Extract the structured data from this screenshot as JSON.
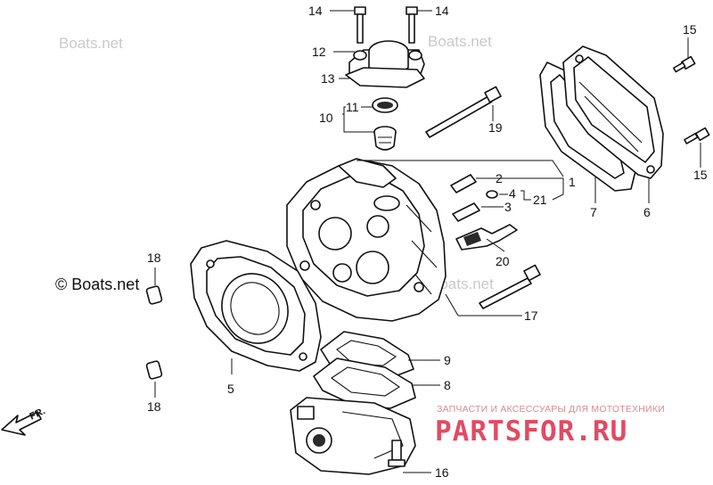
{
  "watermarks": {
    "top": "Boats.net",
    "center": "Boats.net",
    "copyright": "© Boats.net"
  },
  "callouts": {
    "c1": "1",
    "c2": "2",
    "c3": "3",
    "c4": "4",
    "c5": "5",
    "c6": "6",
    "c7": "7",
    "c8": "8",
    "c9": "9",
    "c10": "10",
    "c11": "11",
    "c12": "12",
    "c13": "13",
    "c14_left": "14",
    "c14_right": "14",
    "c15_top": "15",
    "c15_bottom": "15",
    "c16": "16",
    "c17": "17",
    "c18_top": "18",
    "c18_bottom": "18",
    "c19": "19",
    "c20": "20",
    "c21": "21"
  },
  "direction": {
    "label": "FR."
  },
  "shop": {
    "tagline": "ЗАПЧАСТИ И АКСЕССУАРЫ ДЛЯ МОТОТЕХНИКИ",
    "logo": "PARTSFOR.RU",
    "logo_color": "#e24a63"
  }
}
